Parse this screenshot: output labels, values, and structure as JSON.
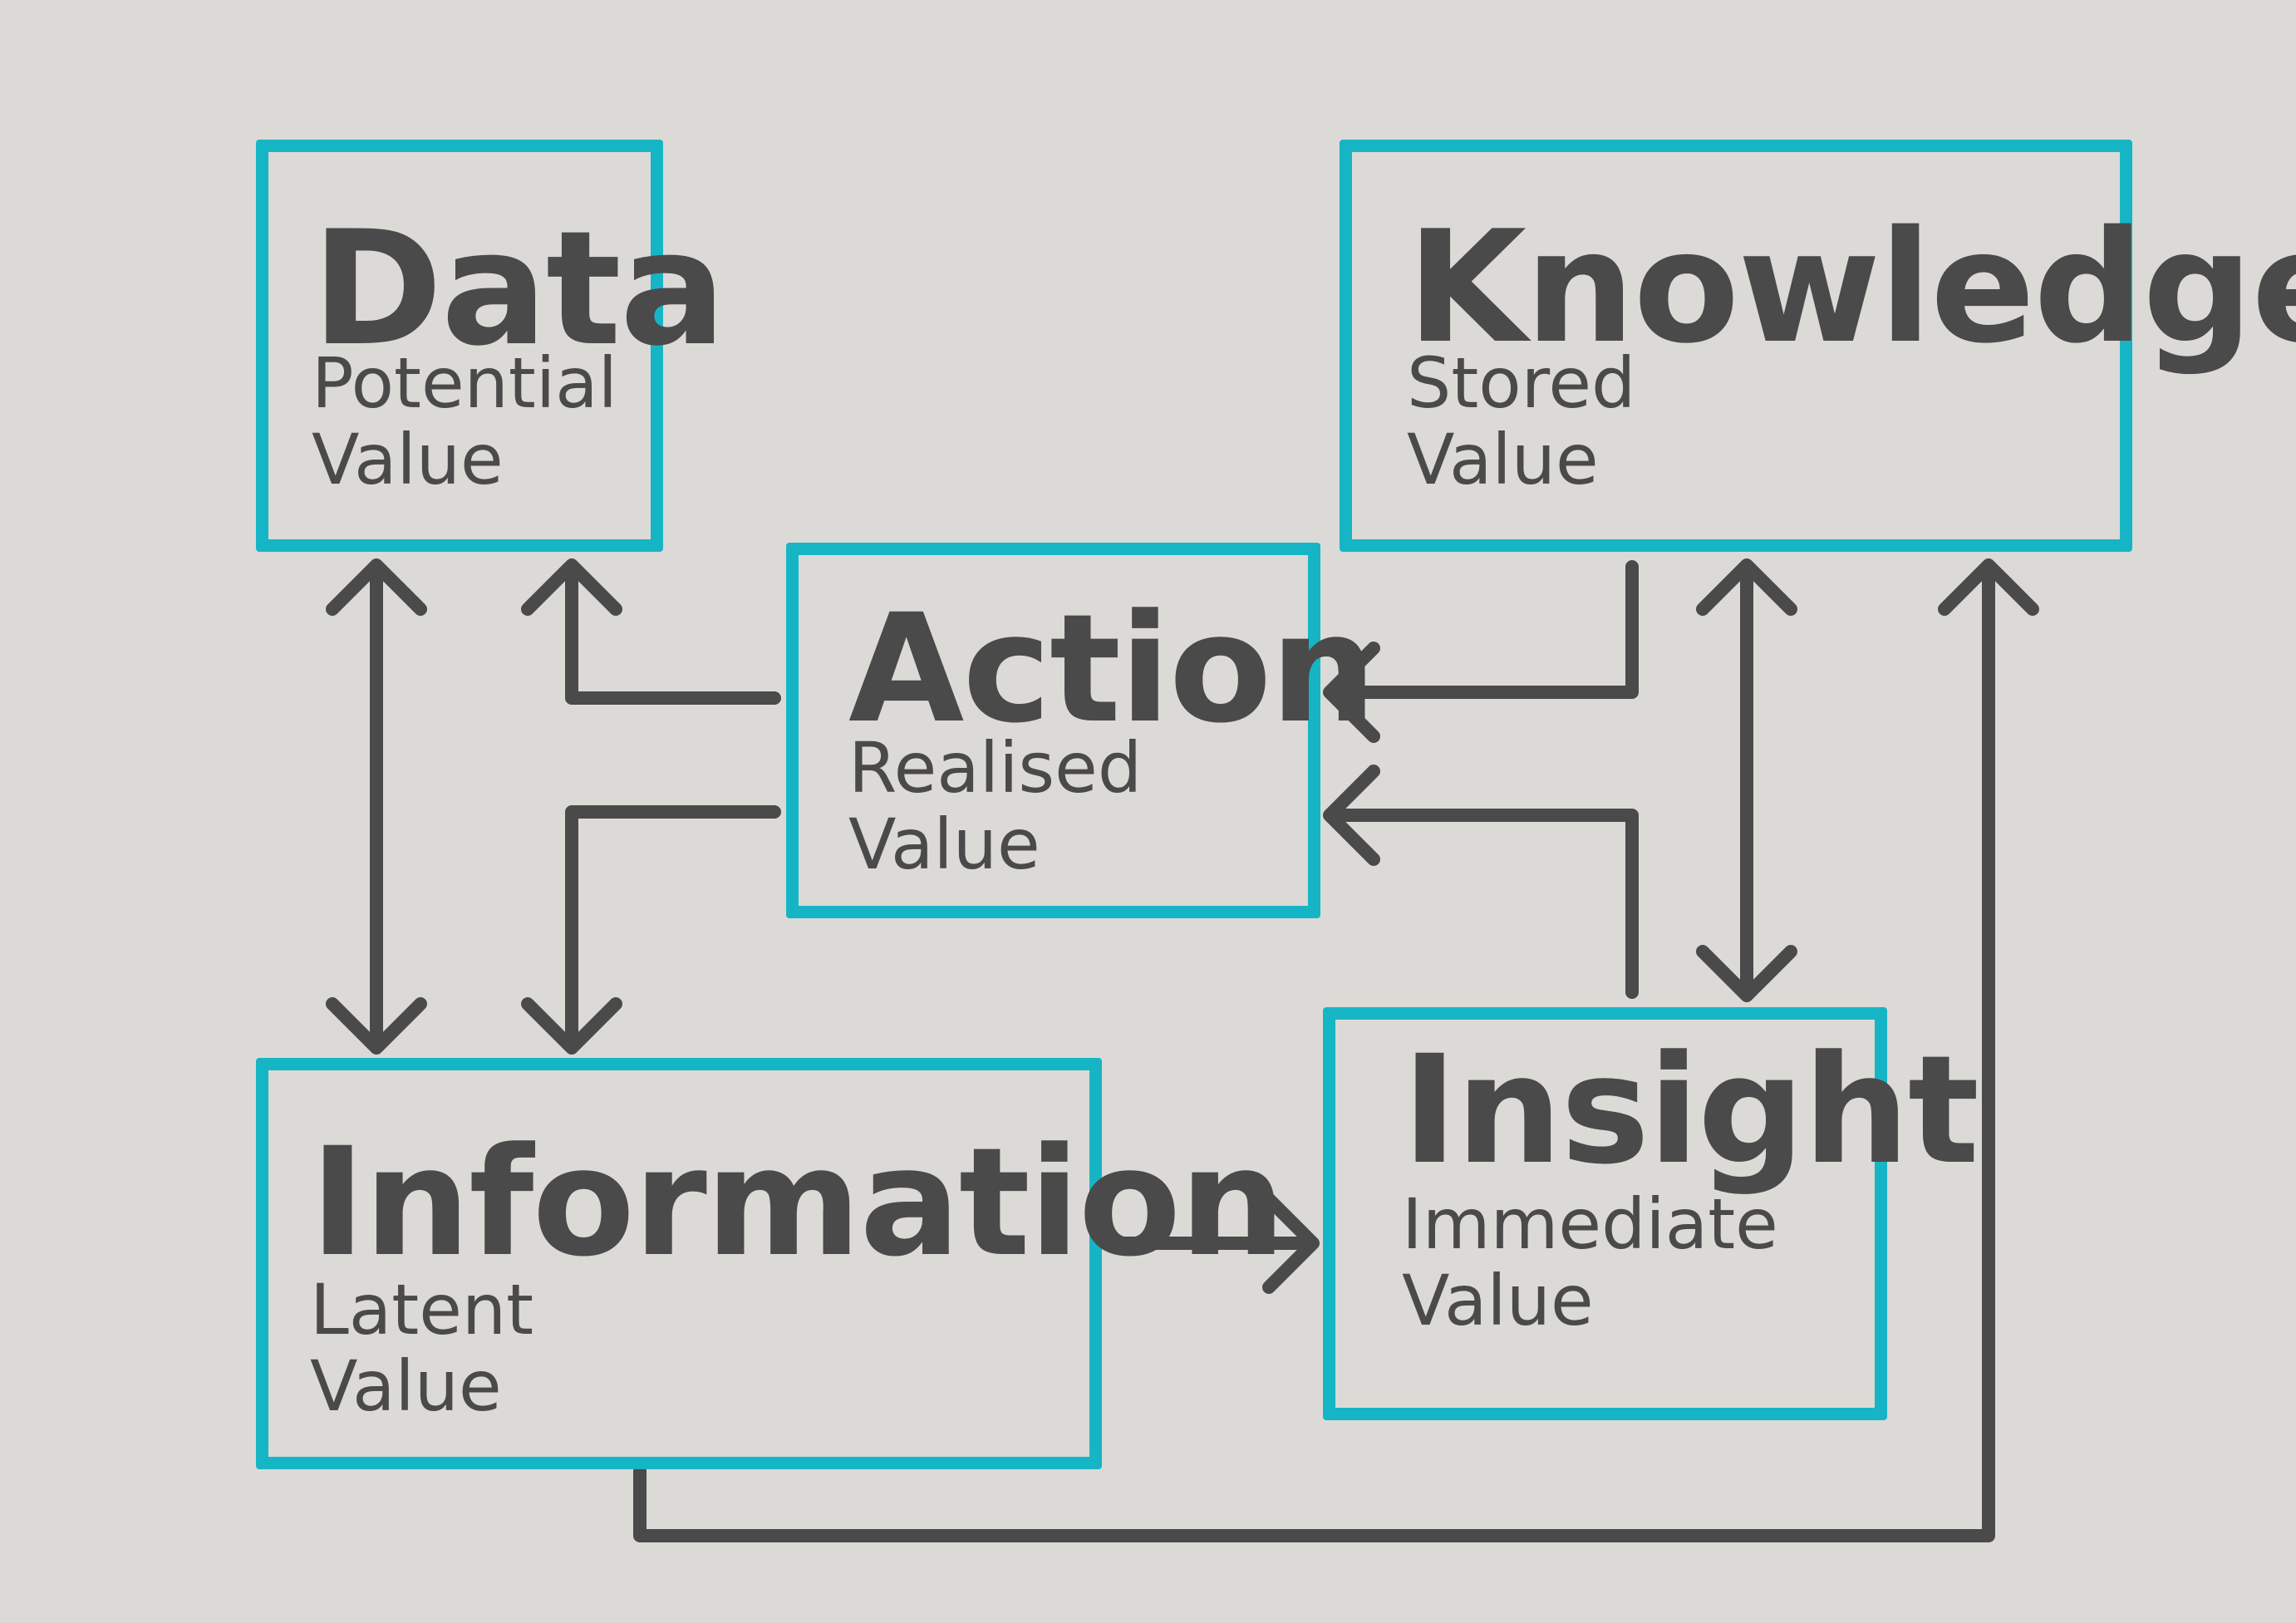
{
  "nodes": {
    "data": {
      "title": "Data",
      "line1": "Potential",
      "line2": "Value"
    },
    "knowledge": {
      "title": "Knowledge",
      "line1": "Stored",
      "line2": "Value"
    },
    "action": {
      "title": "Action",
      "line1": "Realised",
      "line2": "Value"
    },
    "information": {
      "title": "Information",
      "line1": "Latent",
      "line2": "Value"
    },
    "insight": {
      "title": "Insight",
      "line1": "Immediate",
      "line2": "Value"
    }
  },
  "connections": [
    {
      "from": "data",
      "to": "information",
      "direction": "both"
    },
    {
      "from": "action",
      "to": "data",
      "direction": "forward"
    },
    {
      "from": "action",
      "to": "information",
      "direction": "forward"
    },
    {
      "from": "knowledge",
      "to": "action",
      "direction": "forward"
    },
    {
      "from": "insight",
      "to": "action",
      "direction": "forward"
    },
    {
      "from": "knowledge",
      "to": "insight",
      "direction": "both"
    },
    {
      "from": "information",
      "to": "insight",
      "direction": "forward"
    },
    {
      "from": "information",
      "to": "knowledge",
      "direction": "forward"
    }
  ],
  "colors": {
    "background": "#dcdad6",
    "box_border": "#16b5c5",
    "text": "#4a4a4a",
    "connector": "#4a4a4a"
  }
}
